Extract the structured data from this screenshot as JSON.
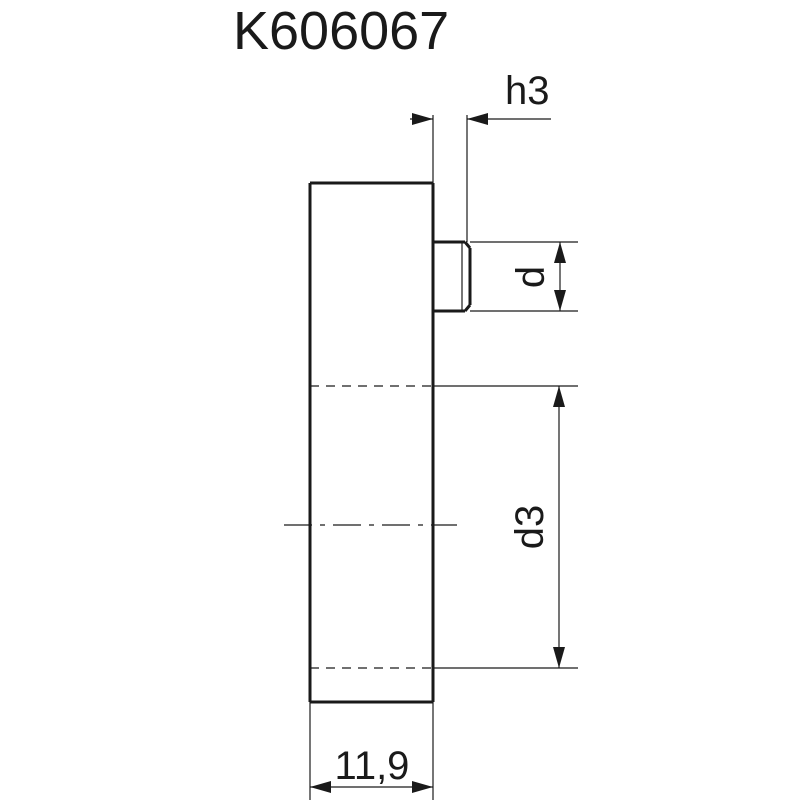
{
  "title": "K606067",
  "dimensions": {
    "h3": "h3",
    "d": "d",
    "d3": "d3",
    "width": "11,9"
  }
}
